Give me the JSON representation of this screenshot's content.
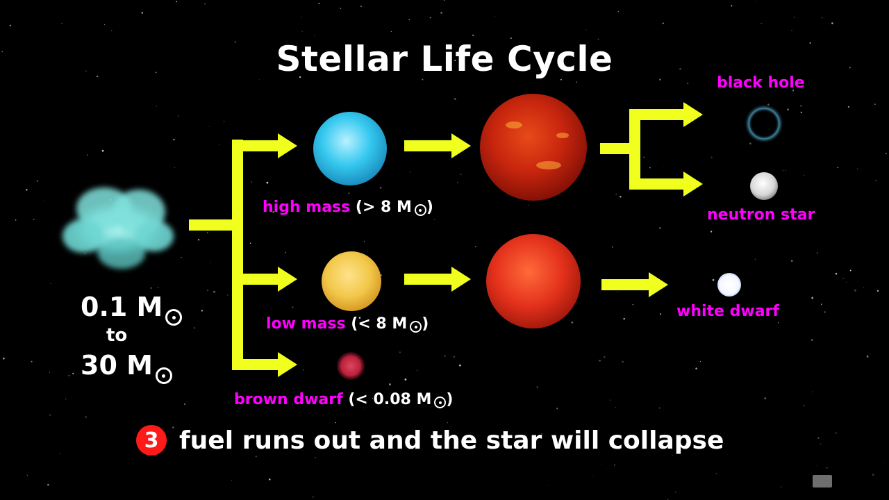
{
  "title": "Stellar Life Cycle",
  "mass_range": {
    "low": "0.1 M",
    "connector": "to",
    "high": "30 M"
  },
  "objects": {
    "black_hole": "black hole",
    "neutron_star": "neutron star",
    "white_dwarf": "white dwarf"
  },
  "branches": {
    "high_mass": {
      "name": "high mass",
      "condition": "(> 8 M",
      "close": ")"
    },
    "low_mass": {
      "name": "low mass",
      "condition": "(< 8 M",
      "close": ")"
    },
    "brown_dwarf": {
      "name": "brown dwarf",
      "condition": "(< 0.08 M",
      "close": ")"
    }
  },
  "step": {
    "number": "3",
    "text": "fuel runs out and the star will collapse"
  },
  "colors": {
    "arrow": "#f0ff1e",
    "label": "#ff00ff",
    "badge": "#ff1a1a",
    "nebula": "#7fe0dc",
    "blue_star": "#35c8ef",
    "yellow_star": "#f2c84a",
    "red_giant": "#d72a10",
    "brown_dwarf": "#b8203c"
  },
  "icons": [
    "sun-symbol-icon",
    "nebula-icon",
    "arrow-icon",
    "star-icon",
    "black-hole-icon"
  ]
}
